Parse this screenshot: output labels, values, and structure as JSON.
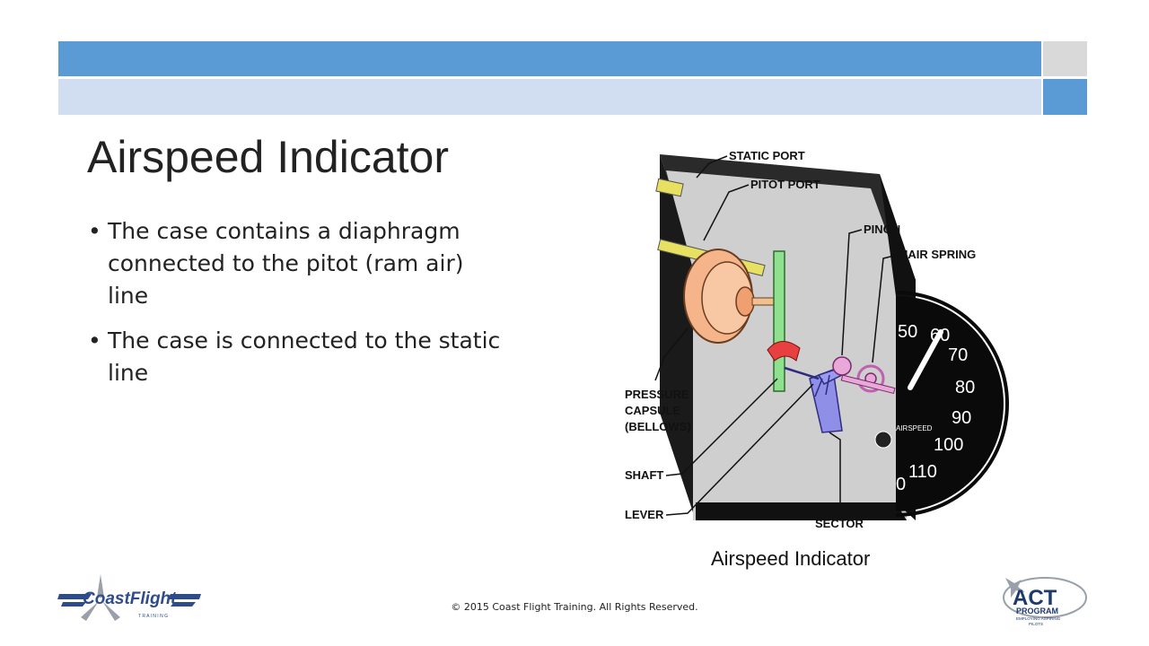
{
  "slide": {
    "title": "Airspeed Indicator",
    "bullets": [
      "The case contains a diaphragm connected to the pitot (ram air) line",
      "The case is connected to the static line"
    ],
    "footer": "© 2015 Coast Flight Training. All Rights Reserved."
  },
  "diagram": {
    "labels": {
      "static_port": "STATIC PORT",
      "pitot_port": "PITOT PORT",
      "pinon": "PINON",
      "hair_spring": "HAIR SPRING",
      "pressure": "PRESSURE",
      "capsule": "CAPSULE",
      "bellows": "(BELLOWS)",
      "shaft": "SHAFT",
      "lever": "LEVER",
      "sector": "SECTOR"
    },
    "dial_numbers": [
      "50",
      "60",
      "70",
      "80",
      "90",
      "100",
      "110",
      "0"
    ],
    "dial_text": "AIRSPEED",
    "caption": "Airspeed Indicator"
  },
  "logos": {
    "left_main": "CoastFlight",
    "left_sub": "T R A I N I N G",
    "right_main": "ACT",
    "right_sub": "PROGRAM",
    "right_tag1": "EMPLOYING ASPIRING",
    "right_tag2": "PILOTS"
  },
  "colors": {
    "bar_blue": "#5b9bd5",
    "bar_light": "#d1ddf0",
    "bar_gray": "#d9d9d9",
    "capsule": "#f5b48a",
    "shaft": "#8fe08f",
    "lever": "#8f8fe8",
    "hair_spring": "#e8a8d8"
  }
}
